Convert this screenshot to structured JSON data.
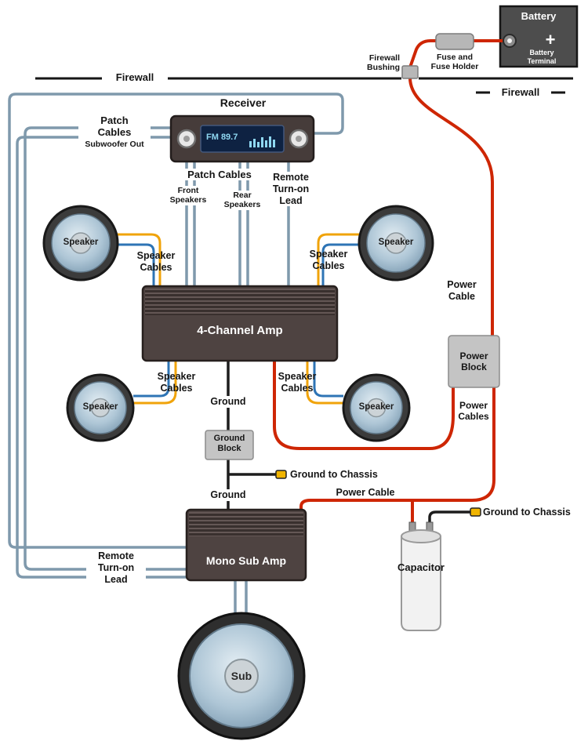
{
  "labels": {
    "firewall": "Firewall",
    "battery": "Battery",
    "battery_plus": "+",
    "battery_terminal": "Battery\nTerminal",
    "fuse_holder": "Fuse and\nFuse Holder",
    "firewall_bushing": "Firewall\nBushing",
    "receiver": "Receiver",
    "display_station": "FM 89.7",
    "patch_cables_stack": "Patch\nCables",
    "subwoofer_out": "Subwoofer Out",
    "patch_cables": "Patch Cables",
    "front_speakers": "Front\nSpeakers",
    "rear_speakers": "Rear\nSpeakers",
    "remote_turn_on_lead": "Remote\nTurn-on\nLead",
    "speaker": "Speaker",
    "speaker_cables": "Speaker\nCables",
    "four_channel_amp": "4-Channel Amp",
    "power_cable_stack": "Power\nCable",
    "power_cable": "Power Cable",
    "power_block": "Power\nBlock",
    "power_cables": "Power\nCables",
    "ground": "Ground",
    "ground_block": "Ground\nBlock",
    "ground_to_chassis": "Ground to Chassis",
    "mono_sub_amp": "Mono Sub Amp",
    "capacitor": "Capacitor",
    "sub": "Sub"
  },
  "colors": {
    "power_wire": "#ce2604",
    "signal_wire": "#7f99ac",
    "speaker_wire_primary": "#f0a30a",
    "speaker_wire_secondary": "#2e74b5",
    "ground_wire": "#1d1d1d",
    "chassis_terminal": "#f0b400",
    "amp_body": "#4e4341",
    "block_fill": "#c4c4c4"
  }
}
